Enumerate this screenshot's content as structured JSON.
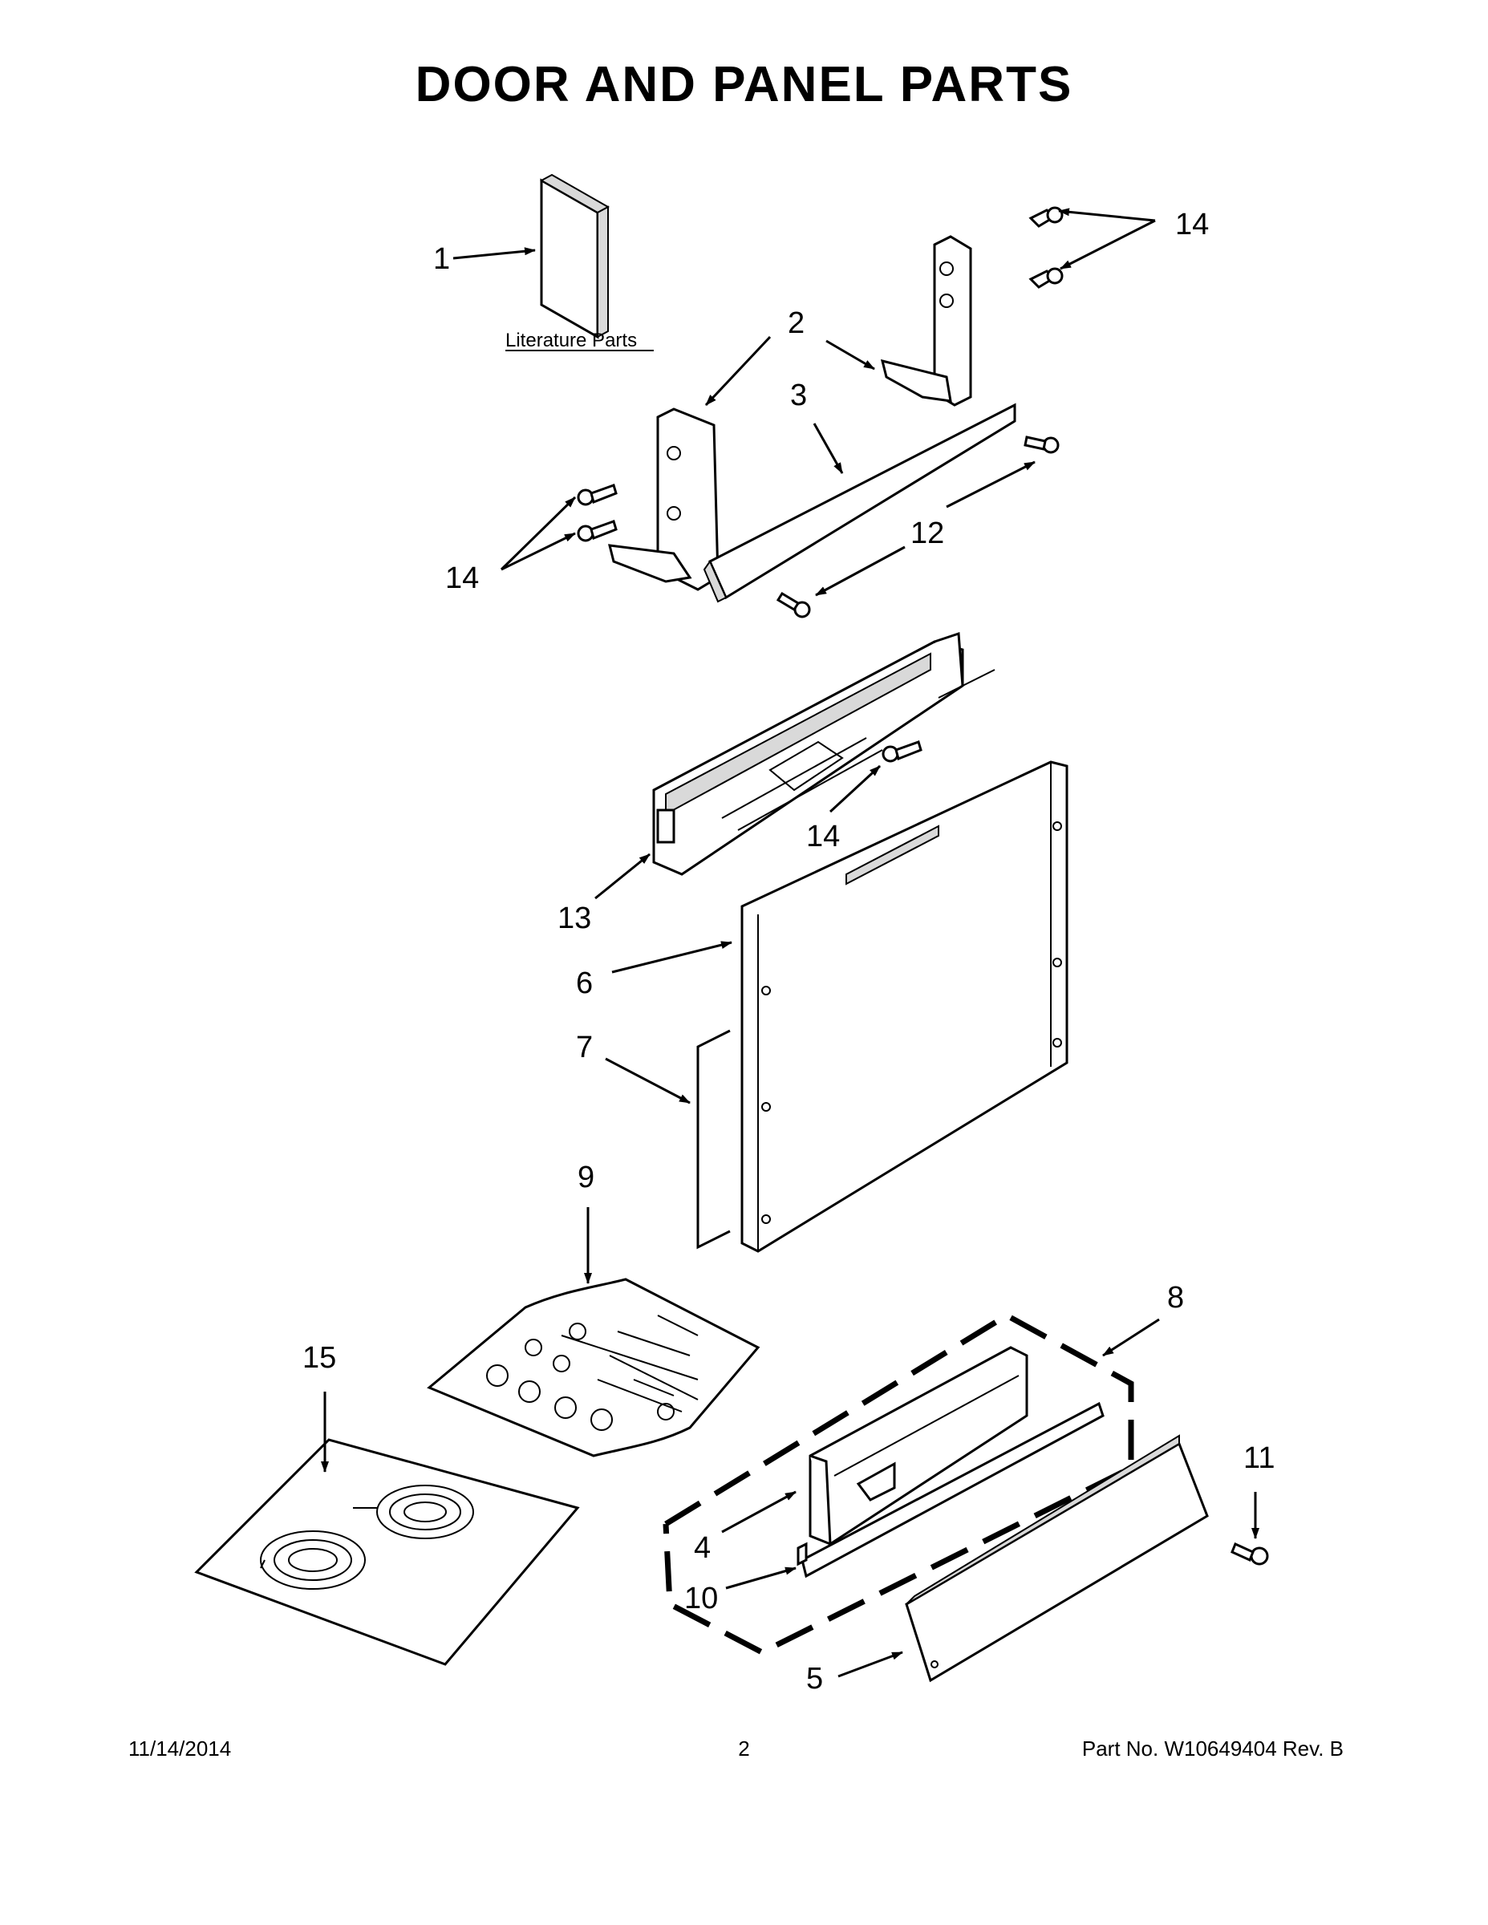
{
  "title": "DOOR AND PANEL PARTS",
  "literature_label": "Literature Parts",
  "callouts": {
    "c1": "1",
    "c2": "2",
    "c3": "3",
    "c4": "4",
    "c5": "5",
    "c6": "6",
    "c7": "7",
    "c8": "8",
    "c9": "9",
    "c10": "10",
    "c11": "11",
    "c12": "12",
    "c13": "13",
    "c14a": "14",
    "c14b": "14",
    "c14c": "14",
    "c15": "15"
  },
  "footer": {
    "date": "11/14/2014",
    "page": "2",
    "part": "Part No.  W10649404  Rev.  B"
  }
}
